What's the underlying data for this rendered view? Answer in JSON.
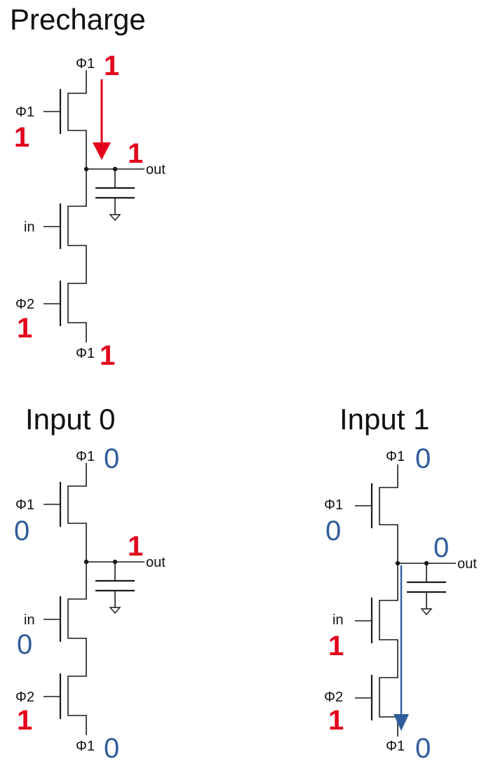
{
  "colors": {
    "high": "#e3001b",
    "low": "#2f5e9c",
    "wire": "#1a1a1a"
  },
  "precharge": {
    "title": "Precharge",
    "labels": {
      "top": "Φ1",
      "gate_top": "Φ1",
      "in": "in",
      "gate_bottom": "Φ2",
      "bottom": "Φ1",
      "out": "out"
    },
    "values": {
      "top": "1",
      "gate_top": "1",
      "out": "1",
      "gate_bottom": "1",
      "bottom": "1"
    },
    "arrow": "current from Φ1 to out"
  },
  "input0": {
    "title": "Input 0",
    "labels": {
      "top": "Φ1",
      "gate_top": "Φ1",
      "in": "in",
      "gate_bottom": "Φ2",
      "bottom": "Φ1",
      "out": "out"
    },
    "values": {
      "top": "0",
      "gate_top": "0",
      "out": "1",
      "in": "0",
      "gate_bottom": "1",
      "bottom": "0"
    }
  },
  "input1": {
    "title": "Input 1",
    "labels": {
      "top": "Φ1",
      "gate_top": "Φ1",
      "in": "in",
      "gate_bottom": "Φ2",
      "bottom": "Φ1",
      "out": "out"
    },
    "values": {
      "top": "0",
      "gate_top": "0",
      "out": "0",
      "in": "1",
      "gate_bottom": "1",
      "bottom": "0"
    },
    "arrow": "discharge from out to Φ1"
  }
}
